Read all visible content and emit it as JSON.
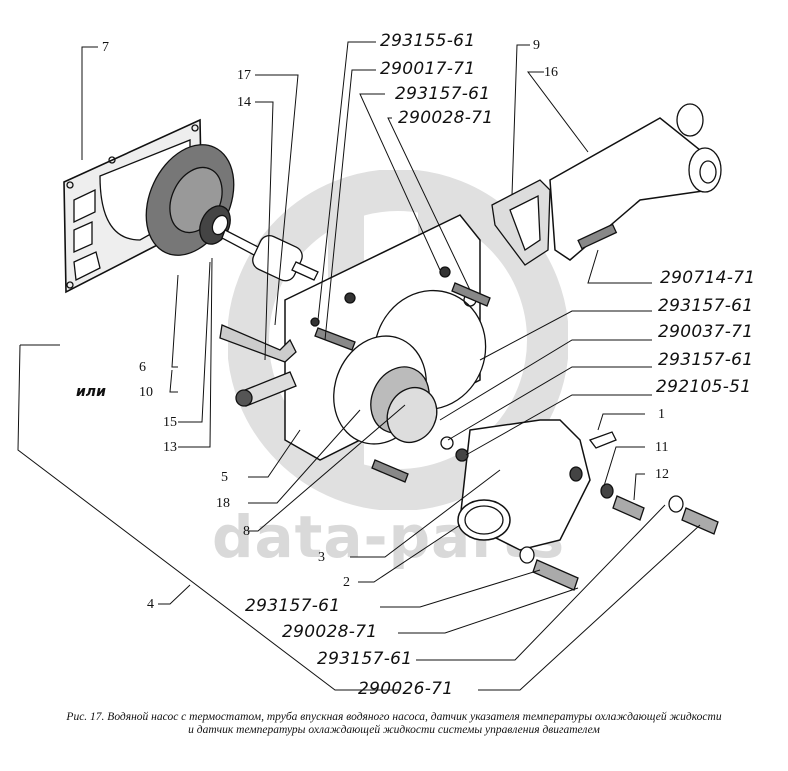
{
  "figure": {
    "watermark_text": "data-parts",
    "alternative_label": "или",
    "caption_line1": "Рис. 17. Водяной насос с термостатом, труба впускная водяного насоса, датчик указателя температуры охлаждающей жидкости",
    "caption_line2": "и датчик температуры охлаждающей жидкости системы управления двигателем"
  },
  "reference_numbers": {
    "r1": "1",
    "r2": "2",
    "r3": "3",
    "r4": "4",
    "r5": "5",
    "r6": "6",
    "r7": "7",
    "r8": "8",
    "r9": "9",
    "r10": "10",
    "r11": "11",
    "r12": "12",
    "r13": "13",
    "r14": "14",
    "r15": "15",
    "r16": "16",
    "r17": "17",
    "r18": "18"
  },
  "part_numbers": {
    "top1": "293155-61",
    "top2": "290017-71",
    "top3": "293157-61",
    "top4": "290028-71",
    "right1": "290714-71",
    "right2": "293157-61",
    "right3": "290037-71",
    "right4": "293157-61",
    "right5": "292105-51",
    "bottom1": "293157-61",
    "bottom2": "290028-71",
    "bottom3": "293157-61",
    "bottom4": "290026-71"
  }
}
